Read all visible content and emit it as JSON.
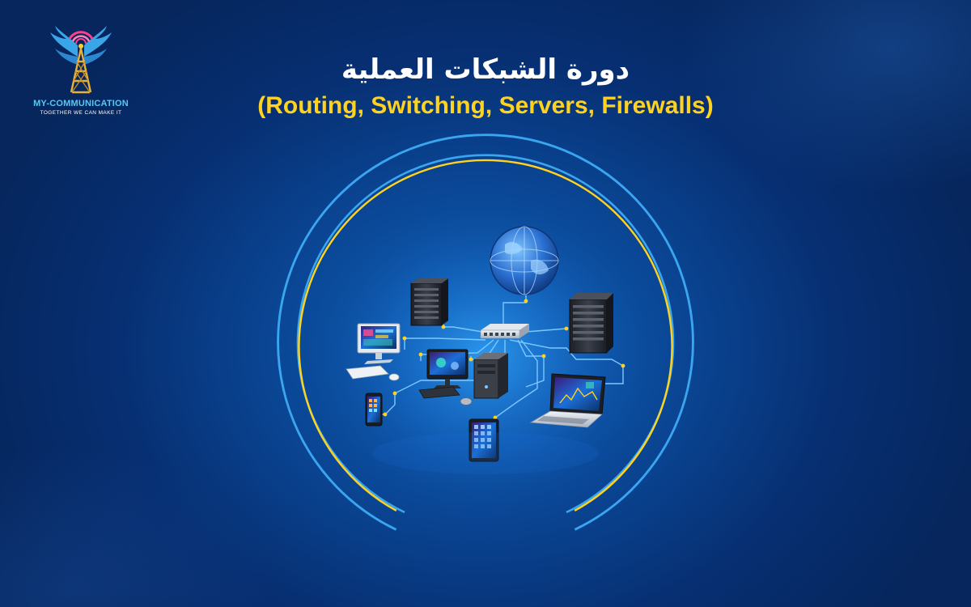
{
  "brand": {
    "name": "MY-COMMUNICATION",
    "tagline": "TOGETHER WE CAN MAKE IT",
    "logo_icon": "radio-tower-wings-icon"
  },
  "headline": "دورة الشبكات العملية",
  "subtitle": "(Routing, Switching, Servers, Firewalls)",
  "colors": {
    "background": "#072f72",
    "accent_blue": "#3aa6f0",
    "accent_yellow": "#ffd21f",
    "title_text": "#ffffff"
  },
  "illustration": {
    "icons": [
      "globe-icon",
      "server-tower-icon",
      "network-switch-icon",
      "desktop-monitor-icon",
      "pc-tower-icon",
      "laptop-icon",
      "tablet-icon",
      "smartphone-icon",
      "keyboard-icon",
      "mouse-icon"
    ]
  }
}
